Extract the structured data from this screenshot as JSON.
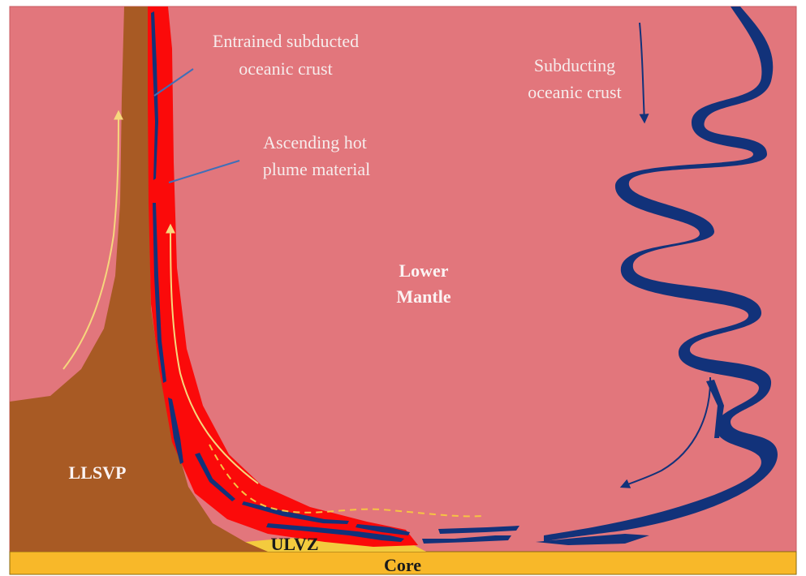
{
  "labels": {
    "entrained_line1": "Entrained subducted",
    "entrained_line2": "oceanic crust",
    "ascending_line1": "Ascending hot",
    "ascending_line2": "plume material",
    "subducting_line1": "Subducting",
    "subducting_line2": "oceanic crust",
    "lower_mantle_line1": "Lower",
    "lower_mantle_line2": "Mantle",
    "llsvp": "LLSVP",
    "ulvz": "ULVZ",
    "core": "Core"
  },
  "colors": {
    "mantle": "#e2767c",
    "llsvp": "#a85a24",
    "plume": "#fb0a0a",
    "slab": "#12327a",
    "core": "#f8b829",
    "ulvz": "#f3cb3e",
    "flow_arrow": "#f6d77d",
    "pointer": "#3f6fb8"
  }
}
